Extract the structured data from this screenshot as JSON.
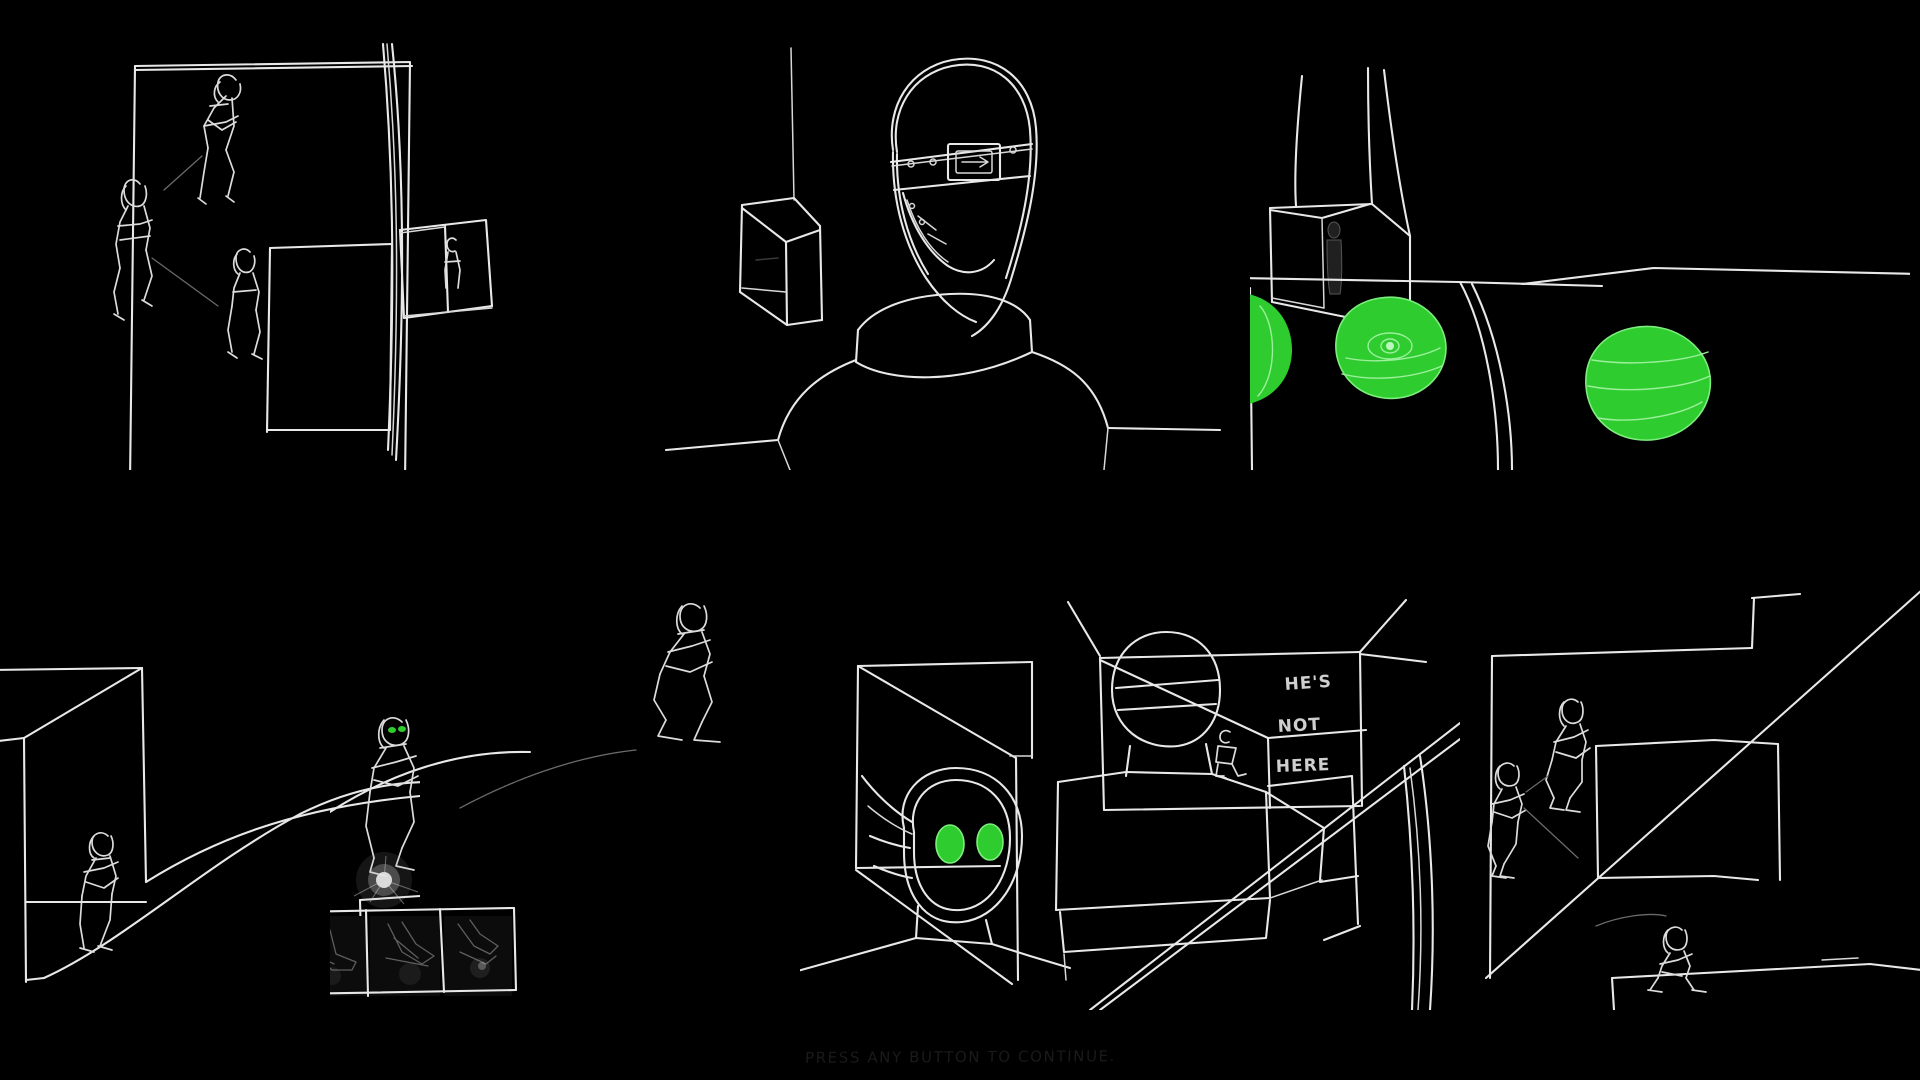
{
  "screen": {
    "kind": "comic-cutscene",
    "background_color": "#000000",
    "ink_color": "#e8e8e8",
    "accent_color": "#2ECC2E",
    "grid": "2 rows x 3 columns"
  },
  "prompt": {
    "text": "Press any button to continue."
  },
  "panels": [
    {
      "id": "p1",
      "position": "top-left",
      "caption": "Two hooded figures climb a tall wall while a third ascends below; a pipe runs down the right side.",
      "figure_count": 3,
      "has_glow": false
    },
    {
      "id": "p2",
      "position": "top-center",
      "caption": "Close-up of a masked figure in a hood with a strapped buckle mask, a hanging crate behind.",
      "figure_count": 1,
      "has_glow": false
    },
    {
      "id": "p3",
      "position": "top-right",
      "caption": "Giant glowing green eyes seen past a duct; a tiny silhouette stands in a lit alcove above.",
      "figure_count": 1,
      "has_glow": true,
      "glow_shapes": 3
    },
    {
      "id": "p4",
      "position": "bottom-left",
      "caption": "A figure peers around a corner inside a corridor; a long arc sweeps away to the right.",
      "figure_count": 1,
      "has_glow": false
    },
    {
      "id": "p5",
      "position": "bottom-center-left",
      "caption": "A green-eyed figure lands with a spark, a second figure leaps in from the right; three inset frames show feet striking the ground.",
      "figure_count": 2,
      "has_glow": true,
      "inset_frames": 3
    },
    {
      "id": "p6",
      "position": "bottom-center-right",
      "caption": "A green-eyed masked head in the foreground and a hooded figure beside a doorway; graffiti on the wall.",
      "figure_count": 3,
      "has_glow": true,
      "graffiti_lines": [
        "HE'S",
        "NOT",
        "HERE"
      ]
    },
    {
      "id": "p7",
      "position": "bottom-right",
      "caption": "Two figures scale a wall while a diagonal cable cuts the frame; another figure crouches on a ledge below.",
      "figure_count": 3,
      "has_glow": false
    }
  ]
}
